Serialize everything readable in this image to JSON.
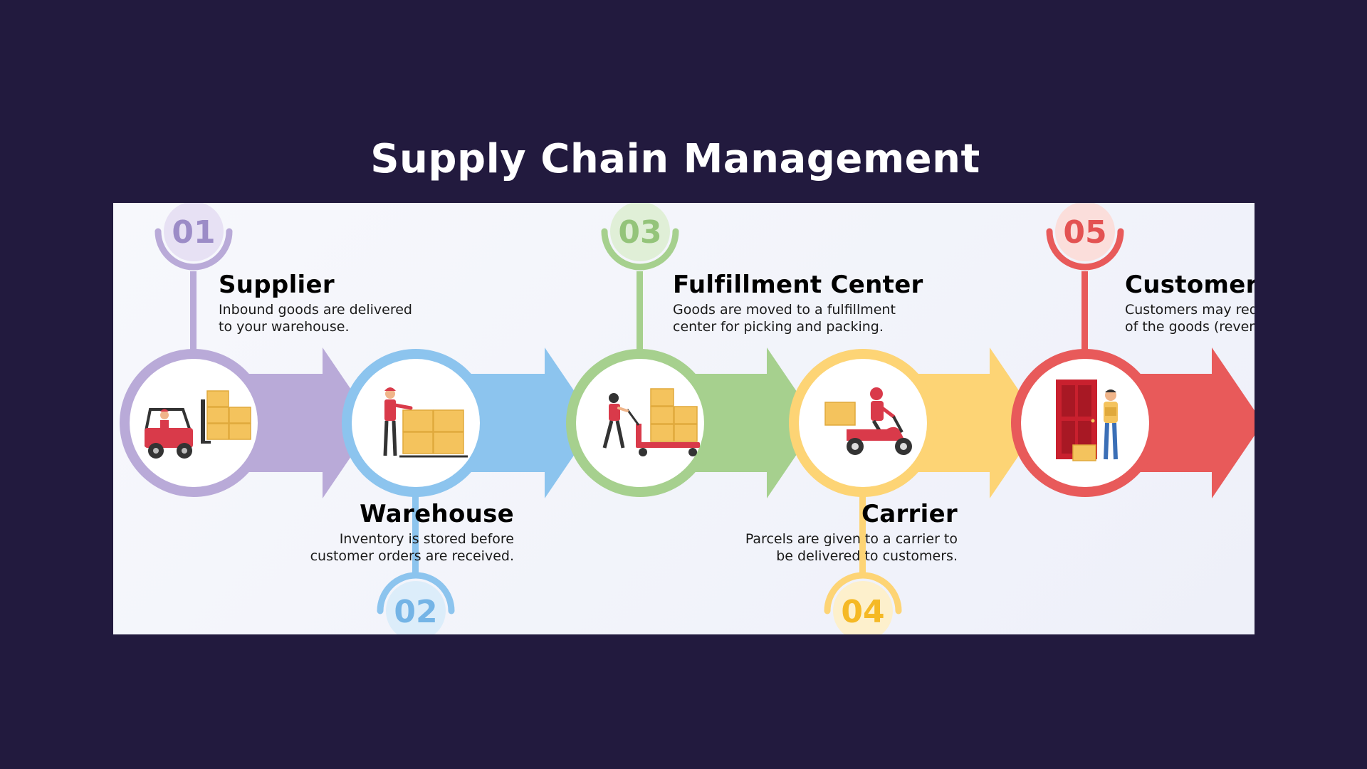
{
  "page": {
    "title": "Supply Chain Management"
  },
  "steps": [
    {
      "number": "01",
      "title": "Supplier",
      "desc_line1": "Inbound goods are delivered",
      "desc_line2": "to your warehouse.",
      "icon": "forklift-icon",
      "color": "#b9aad8",
      "number_color": "#9c8cc7",
      "badge_color": "#e7e1f4"
    },
    {
      "number": "02",
      "title": "Warehouse",
      "desc_line1": "Inventory is stored before",
      "desc_line2": "customer orders are received.",
      "icon": "warehouse-worker-icon",
      "color": "#8cc4ee",
      "number_color": "#74b4e6",
      "badge_color": "#dcedfa"
    },
    {
      "number": "03",
      "title": "Fulfillment Center",
      "desc_line1": "Goods are moved to a fulfillment",
      "desc_line2": "center for picking and packing.",
      "icon": "pallet-jack-icon",
      "color": "#a6d08e",
      "number_color": "#94c47a",
      "badge_color": "#e0efd7"
    },
    {
      "number": "04",
      "title": "Carrier",
      "desc_line1": "Parcels are given to a carrier to",
      "desc_line2": "be delivered to customers.",
      "icon": "delivery-scooter-icon",
      "color": "#fdd475",
      "number_color": "#f5b925",
      "badge_color": "#fdf0cc"
    },
    {
      "number": "05",
      "title": "Customer",
      "desc_line1": "Customers may request returns",
      "desc_line2": "of the goods (reverse logistics).",
      "icon": "customer-door-icon",
      "color": "#e85a5a",
      "number_color": "#e35252",
      "badge_color": "#fbdedb"
    }
  ]
}
